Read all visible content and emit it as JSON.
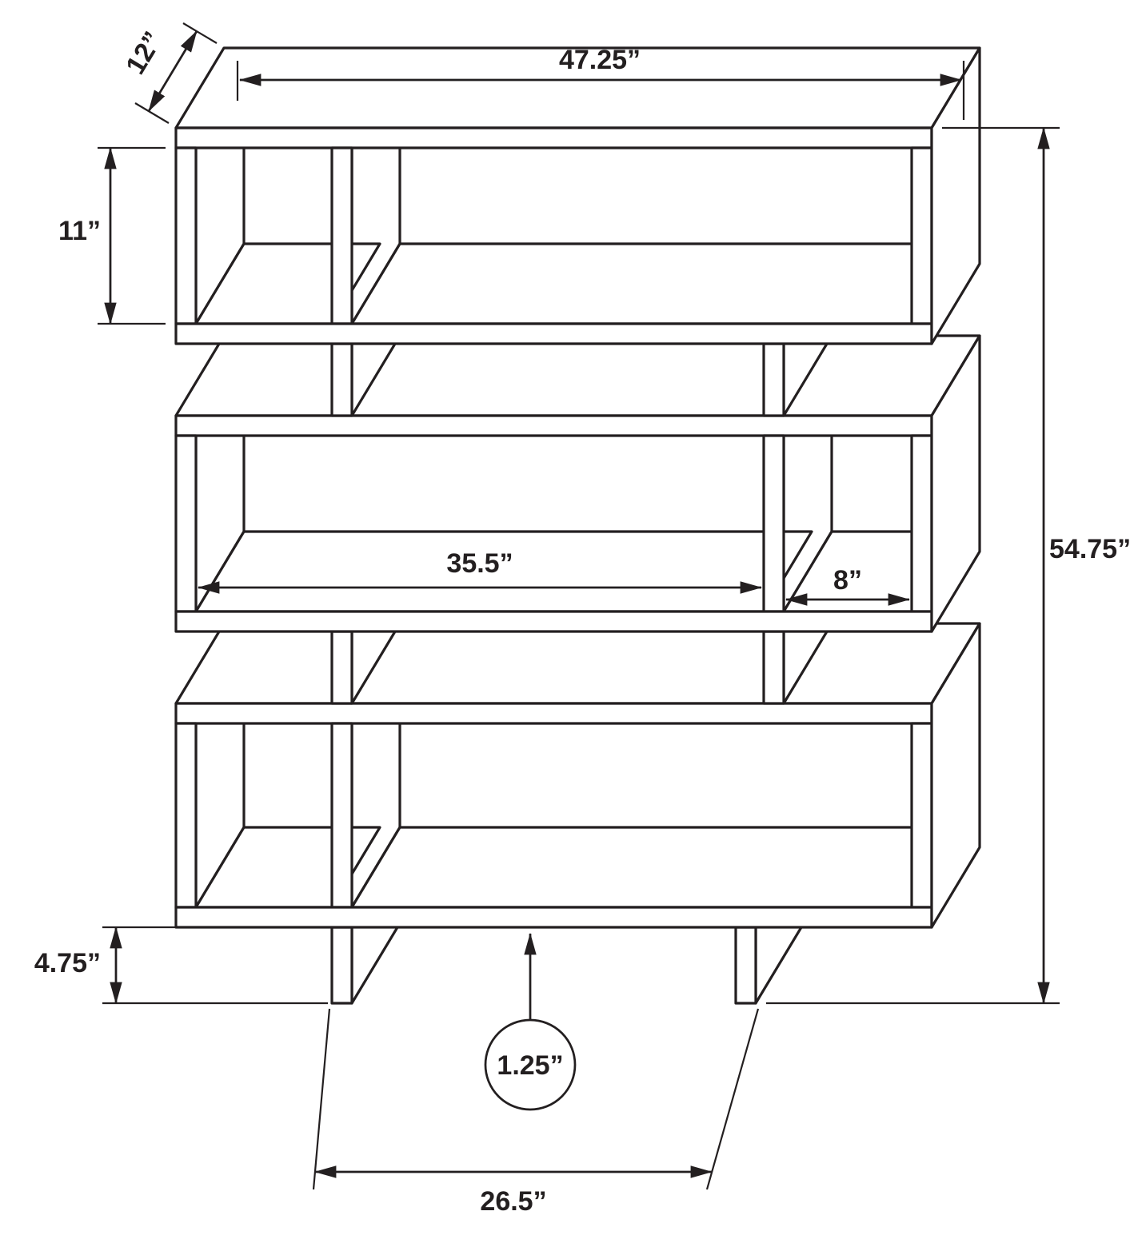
{
  "drawing": {
    "description": "Three-tier staggered open bookcase — dimensioned technical line drawing",
    "units": "inches",
    "line_color": "#231f20",
    "background_color": "#ffffff"
  },
  "dimensions": {
    "overall_width": "47.25”",
    "depth": "12”",
    "upper_opening_height": "11”",
    "overall_height": "54.75”",
    "middle_opening_width": "35.5”",
    "right_compartment_width": "8”",
    "base_height": "4.75”",
    "shelf_thickness": "1.25”",
    "base_width": "26.5”"
  }
}
